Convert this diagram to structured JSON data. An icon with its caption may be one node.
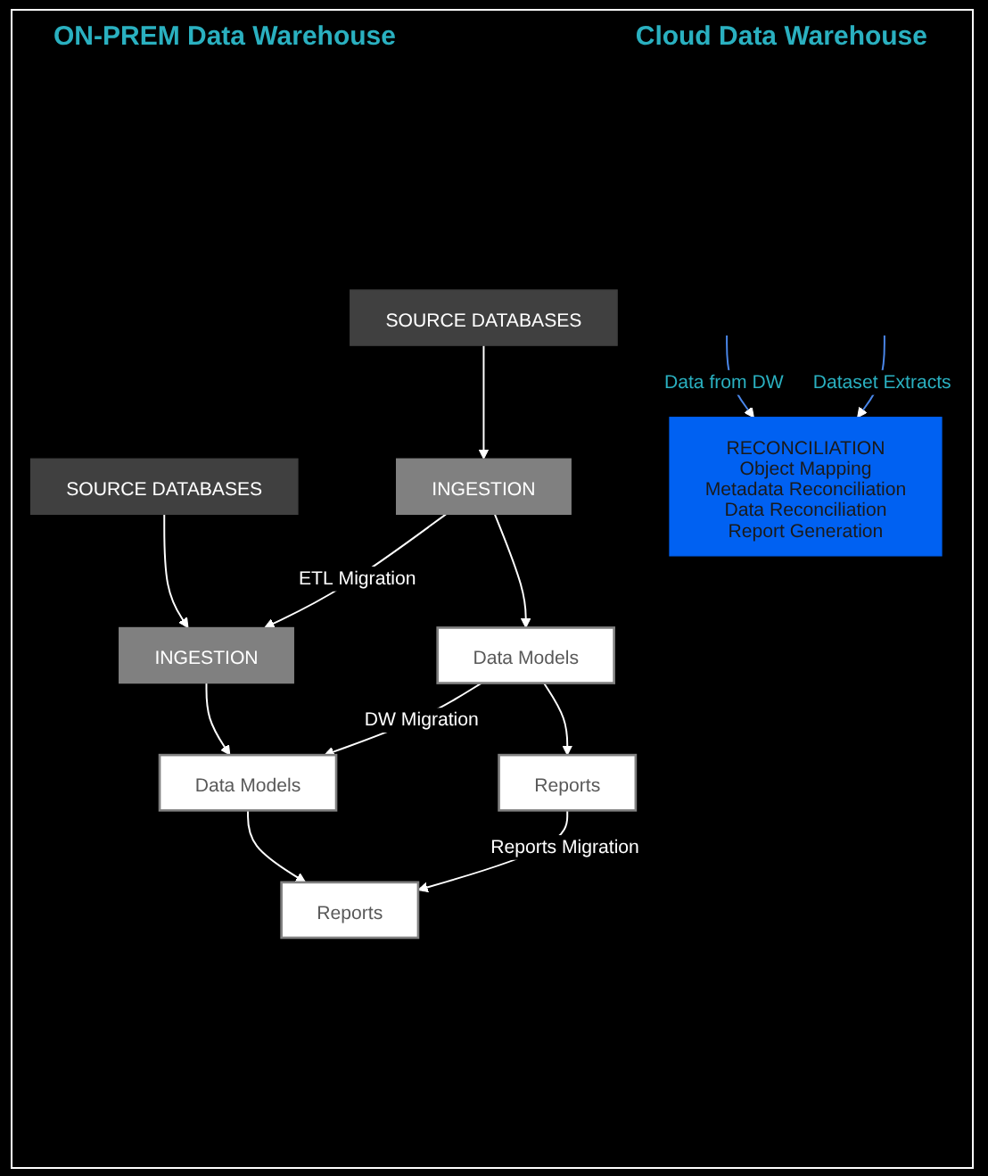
{
  "diagram": {
    "nodes": [
      {
        "text": [
          "SOURCE DATABASES"
        ]
      },
      {
        "text": [
          "SOURCE DATABASES"
        ]
      },
      {
        "text": [
          "INGESTION"
        ]
      },
      {
        "text": [
          "INGESTION"
        ]
      },
      {
        "text": [
          "Data Models"
        ]
      },
      {
        "text": [
          "Data Models"
        ]
      },
      {
        "text": [
          "RECONCILIATION",
          "Object Mapping",
          "Metadata Reconciliation",
          "Data Reconciliation",
          "Report Generation"
        ]
      },
      {
        "text": [
          "Reports"
        ]
      },
      {
        "text": [
          "Reports"
        ]
      }
    ],
    "edges": [
      {
        "from": 0,
        "to": 2,
        "arrow": "to"
      },
      {
        "from": 1,
        "to": 3,
        "arrow": "to"
      },
      {
        "from": 2,
        "to": 3,
        "label": "ETL Migration",
        "arrow": "to"
      },
      {
        "from": 2,
        "to": 4,
        "arrow": "to"
      },
      {
        "from": 3,
        "to": 5,
        "arrow": "to"
      },
      {
        "from": 4,
        "to": 5,
        "label": "DW Migration",
        "arrow": "to"
      },
      {
        "from": null,
        "to": 6,
        "label": "Data from DW",
        "arrow": "to",
        "color": "#4a86e8"
      },
      {
        "from": 4,
        "to": 7,
        "arrow": "to"
      },
      {
        "from": 5,
        "to": 8,
        "arrow": "to"
      },
      {
        "from": null,
        "to": 6,
        "label": "Dataset Extracts",
        "arrow": "to",
        "color": "#4a86e8"
      },
      {
        "from": 7,
        "to": 8,
        "label": "Reports Migration",
        "arrow": "to"
      }
    ],
    "labels": [
      "ON-PREM Data Warehouse",
      "Cloud Data Warehouse"
    ]
  }
}
